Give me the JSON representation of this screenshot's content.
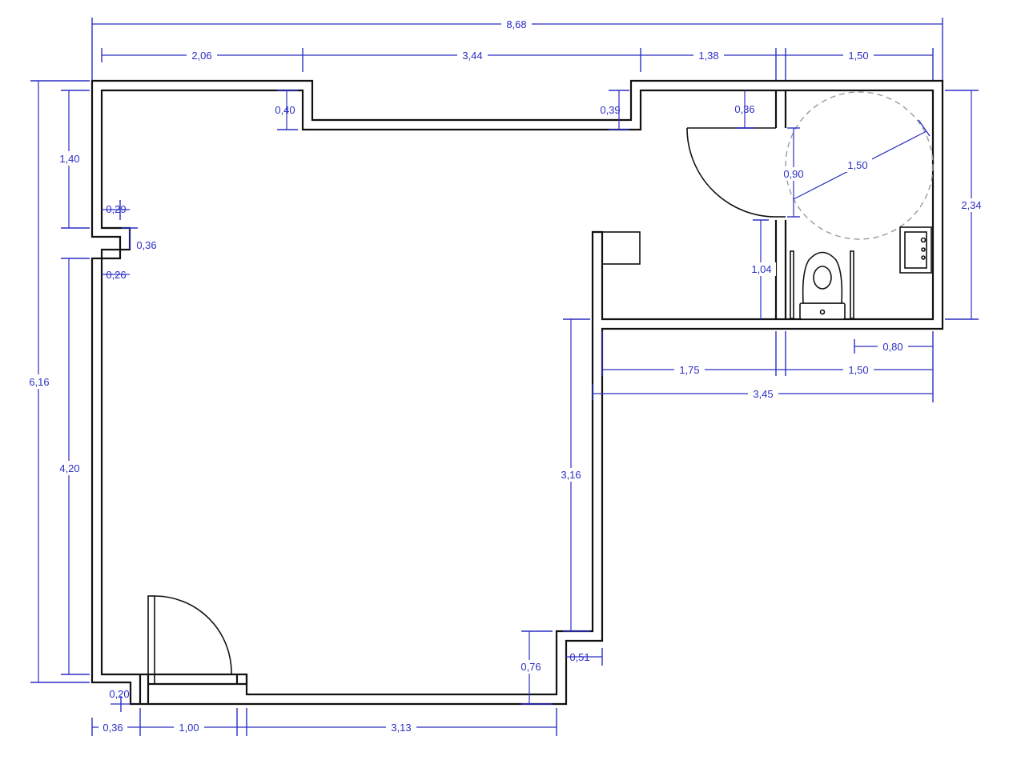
{
  "plan": {
    "dimensions": {
      "total_width": "8,68",
      "top_segment_1": "2,06",
      "top_segment_2": "3,44",
      "top_segment_3": "1,38",
      "top_segment_4": "1,50",
      "left_total_height": "6,16",
      "left_upper": "1,40",
      "left_lower": "4,20",
      "left_niche_top": "0,29",
      "left_niche_depth": "0,36",
      "left_niche_bottom": "0,26",
      "top_step_1": "0,40",
      "top_step_2": "0,39",
      "top_step_3": "0,36",
      "bathroom_door": "0,90",
      "turning_circle": "1,50",
      "bathroom_height": "2,34",
      "bathroom_wall_lower": "1,04",
      "bottom_right_1": "0,80",
      "bottom_right_2": "1,75",
      "bottom_right_3": "1,50",
      "bottom_right_total": "3,45",
      "right_wall_height": "3,16",
      "bottom_step_height": "0,76",
      "bottom_step_width": "0,51",
      "bottom_left_wall": "0,20",
      "bottom_left_offset": "0,36",
      "entrance_door": "1,00",
      "bottom_segment": "3,13"
    }
  }
}
